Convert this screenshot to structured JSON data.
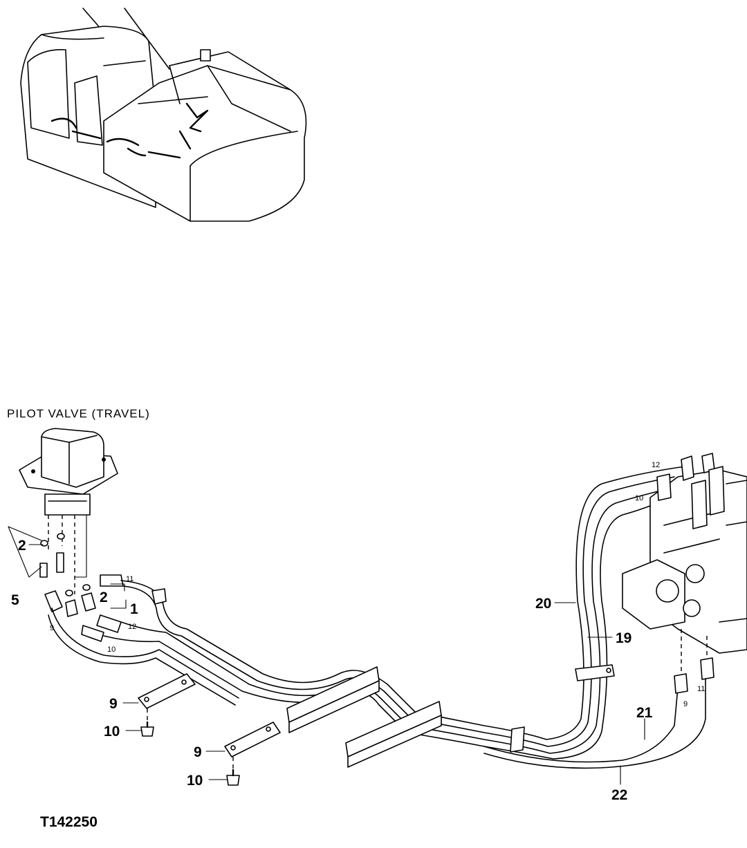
{
  "caption": "PILOT VALVE (TRAVEL)",
  "figure_id": "T142250",
  "callouts": {
    "c2a": "2",
    "c5": "5",
    "c2b": "2",
    "c1": "1",
    "c9a": "9",
    "c10a": "10",
    "c9b": "9",
    "c10b": "10",
    "c20": "20",
    "c19": "19",
    "c21": "21",
    "c22": "22"
  },
  "hose_tags": {
    "h11": "11",
    "h12a": "12",
    "h9a": "9",
    "h10a": "10",
    "h12b": "12",
    "h10b": "10",
    "h9b": "9",
    "h11b": "11"
  }
}
